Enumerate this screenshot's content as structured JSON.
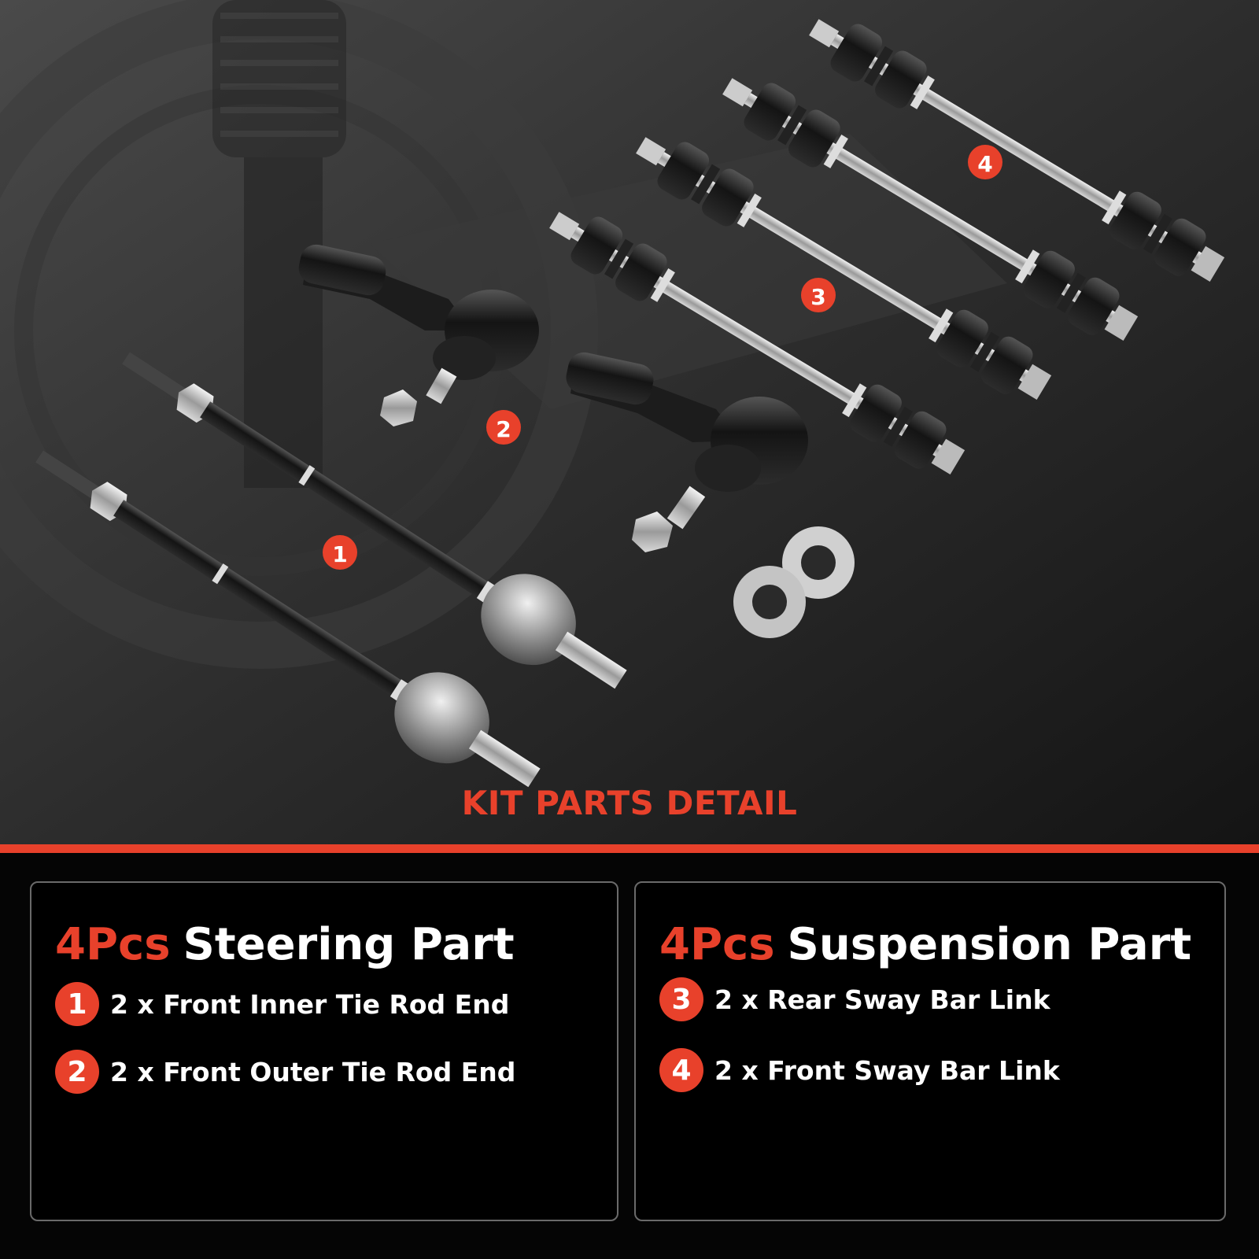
{
  "colors": {
    "accent": "#e8412b",
    "panel_border": "#6a6a6a",
    "panel_bg": "#000000",
    "text": "#ffffff"
  },
  "photo": {
    "callouts": [
      "1",
      "2",
      "3",
      "4"
    ]
  },
  "heading": "KIT PARTS DETAIL",
  "steering": {
    "count": "4Pcs",
    "title": "Steering Part",
    "items": [
      {
        "badge": "1",
        "text": "2 x Front Inner Tie Rod End"
      },
      {
        "badge": "2",
        "text": "2 x Front Outer Tie Rod End"
      }
    ]
  },
  "suspension": {
    "count": "4Pcs",
    "title": "Suspension Part",
    "items": [
      {
        "badge": "3",
        "text": "2 x Rear Sway Bar Link"
      },
      {
        "badge": "4",
        "text": "2 x Front Sway Bar Link"
      }
    ]
  }
}
